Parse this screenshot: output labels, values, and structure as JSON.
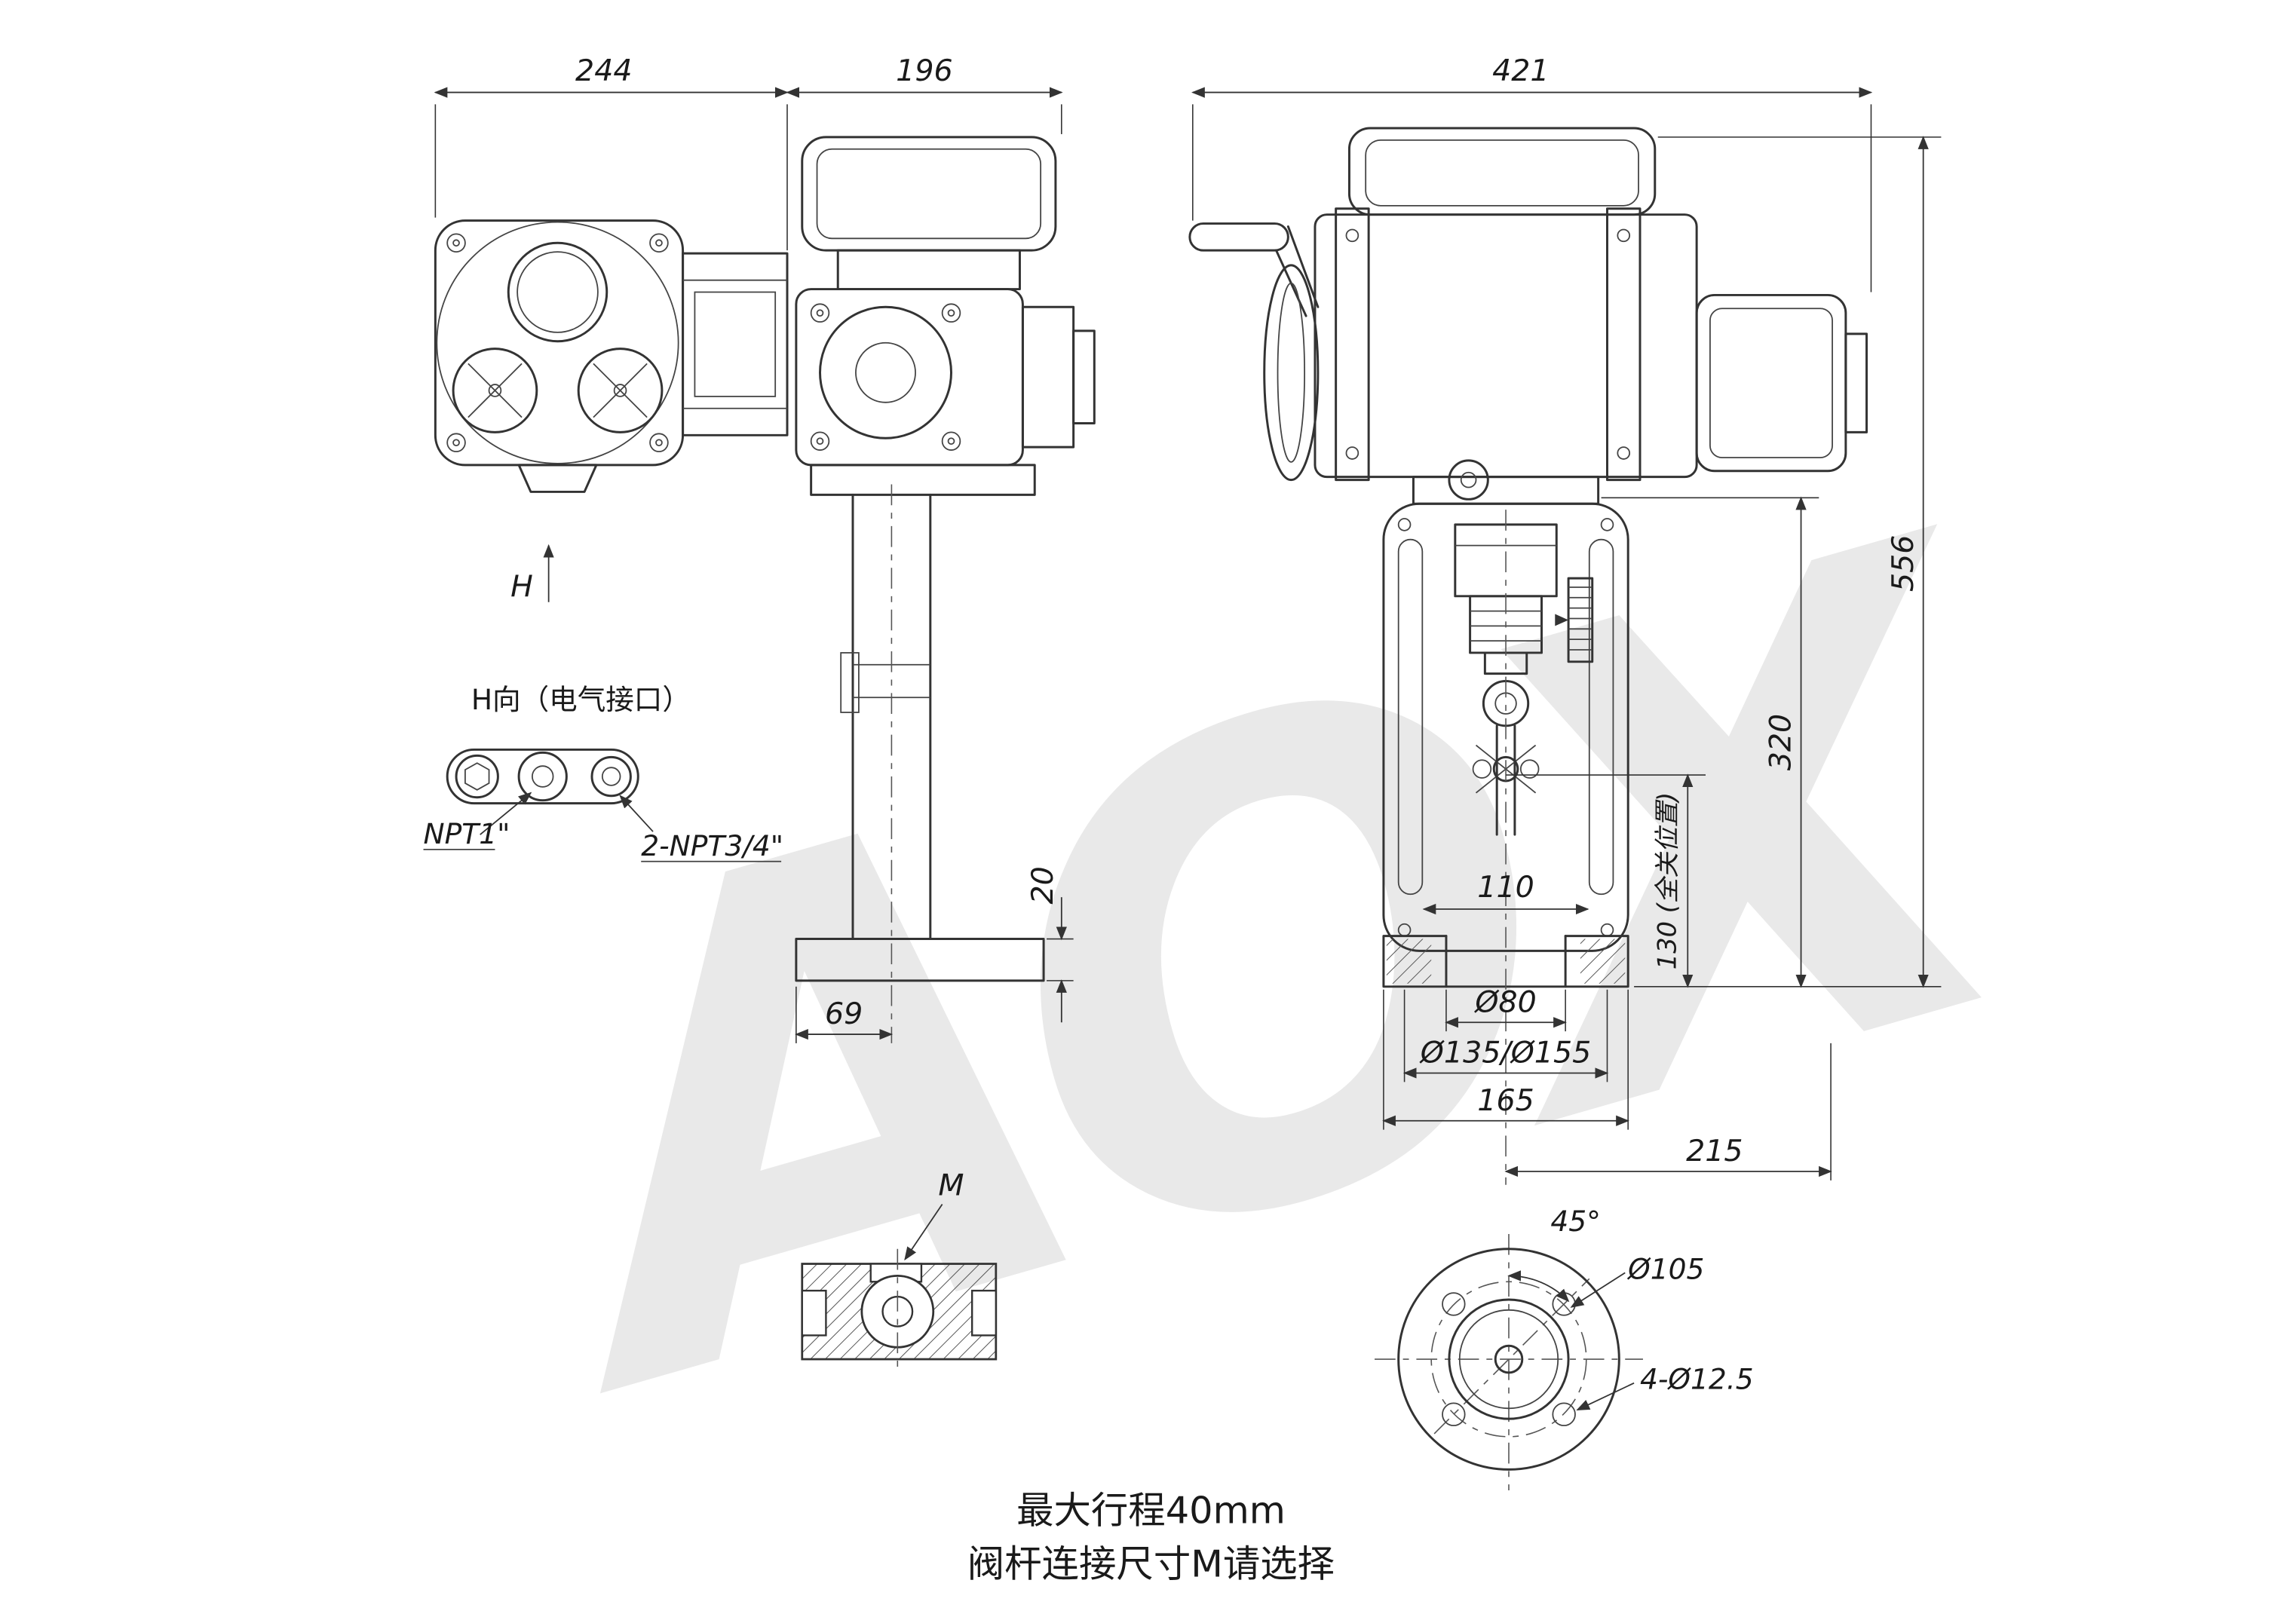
{
  "drawing": {
    "watermark": "AOX",
    "colors": {
      "line": "#333333",
      "watermark": "#e9e9e9"
    },
    "labels": {
      "h": "H",
      "h_view": "H向（电气接口）",
      "npt1": "NPT1\"",
      "npt34": "2-NPT3/4\"",
      "m": "M"
    },
    "dims": {
      "d244": "244",
      "d196": "196",
      "d421": "421",
      "d556": "556",
      "d320": "320",
      "d130": "130 (全关位置)",
      "d110": "110",
      "d20": "20",
      "d69": "69",
      "d80": "Ø80",
      "d135": "Ø135/Ø155",
      "d165": "165",
      "d215": "215",
      "d45": "45°",
      "d105": "Ø105",
      "d125": "4-Ø12.5"
    },
    "notes": {
      "line1": "最大行程40mm",
      "line2": "阀杆连接尺寸M请选择"
    }
  }
}
